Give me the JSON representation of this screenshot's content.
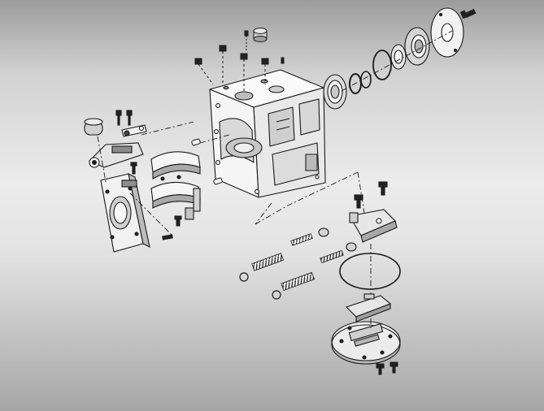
{
  "figure": {
    "kind": "exploded-assembly-drawing",
    "palette": {
      "background_top": "#9c9c9c",
      "background_mid": "#ececec",
      "line": "#1a1a1a",
      "part_fill": "#f7f7f7",
      "shade": "#8a8a8a"
    },
    "groups": [
      "main-housing",
      "bearing-and-seal-stack",
      "top-plugs-and-screws",
      "cam-follower-link",
      "swash-cradle-plate",
      "pivot-bands",
      "control-springs",
      "control-bracket",
      "o-ring",
      "slide-plate",
      "cover-plate"
    ]
  }
}
